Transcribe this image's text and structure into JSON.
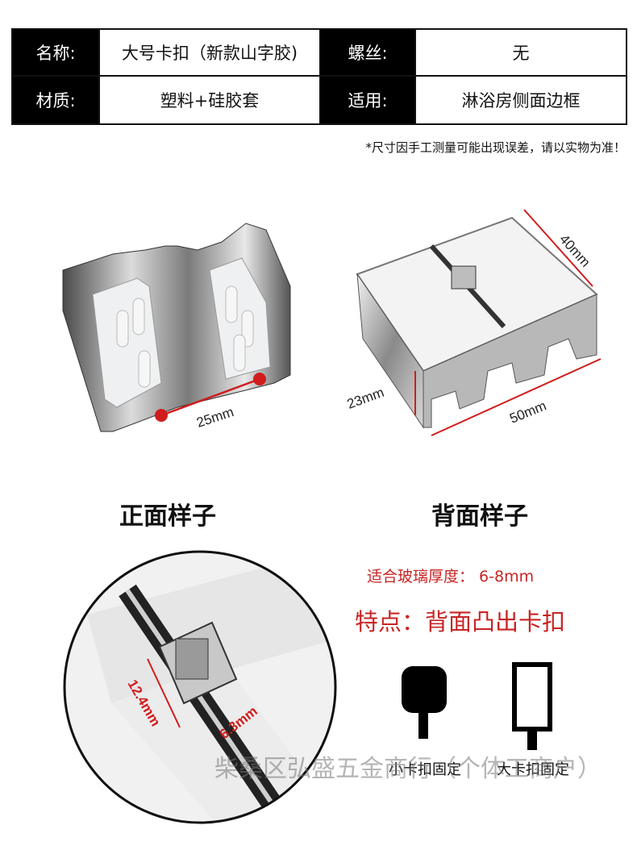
{
  "spec": {
    "name_label": "名称:",
    "name_value": "大号卡扣（新款山字胶)",
    "screw_label": "螺丝:",
    "screw_value": "无",
    "material_label": "材质:",
    "material_value": "塑料+硅胶套",
    "usage_label": "适用:",
    "usage_value": "淋浴房侧面边框"
  },
  "note": "*尺寸因手工测量可能出现误差，请以实物为准！",
  "dimensions": {
    "front_width": "25mm",
    "depth": "40mm",
    "height": "23mm",
    "width": "50mm",
    "slot_length": "12.4mm",
    "slot_width": "6.3mm"
  },
  "front_title": "正面样子",
  "back_title": "背面样子",
  "glass_thickness": "适合玻璃厚度：  6-8mm",
  "feature": "特点：背面凸出卡扣",
  "icons": {
    "small_label": "小卡扣固定",
    "large_label": "大卡扣固定"
  },
  "watermark": "柴桑区弘盛五金商行（个体工商户）",
  "colors": {
    "accent_red": "#d01c1c",
    "header_black": "#000000"
  }
}
